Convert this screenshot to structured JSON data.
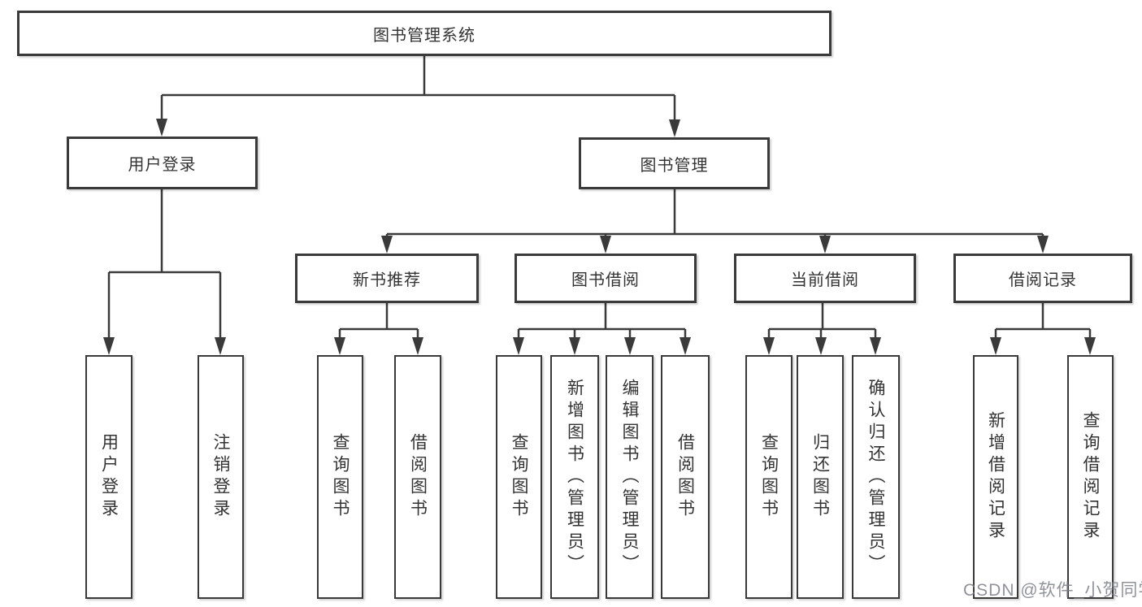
{
  "diagram": {
    "title": "图书管理系统",
    "level2": [
      "用户登录",
      "图书管理"
    ],
    "level3": [
      "新书推荐",
      "图书借阅",
      "当前借阅",
      "借阅记录"
    ],
    "leaves": [
      "用户登录",
      "注销登录",
      "查询图书",
      "借阅图书",
      "查询图书",
      "新增图书（管理员）",
      "编辑图书（管理员）",
      "借阅图书",
      "查询图书",
      "归还图书",
      "确认归还（管理员）",
      "新增借阅记录",
      "查询借阅记录"
    ]
  },
  "watermark": "CSDN @软件_小贺同学",
  "colors": {
    "line": "#3a3a3a",
    "text": "#333333",
    "box_background": "#ffffff",
    "watermark": "#7d7f88"
  }
}
